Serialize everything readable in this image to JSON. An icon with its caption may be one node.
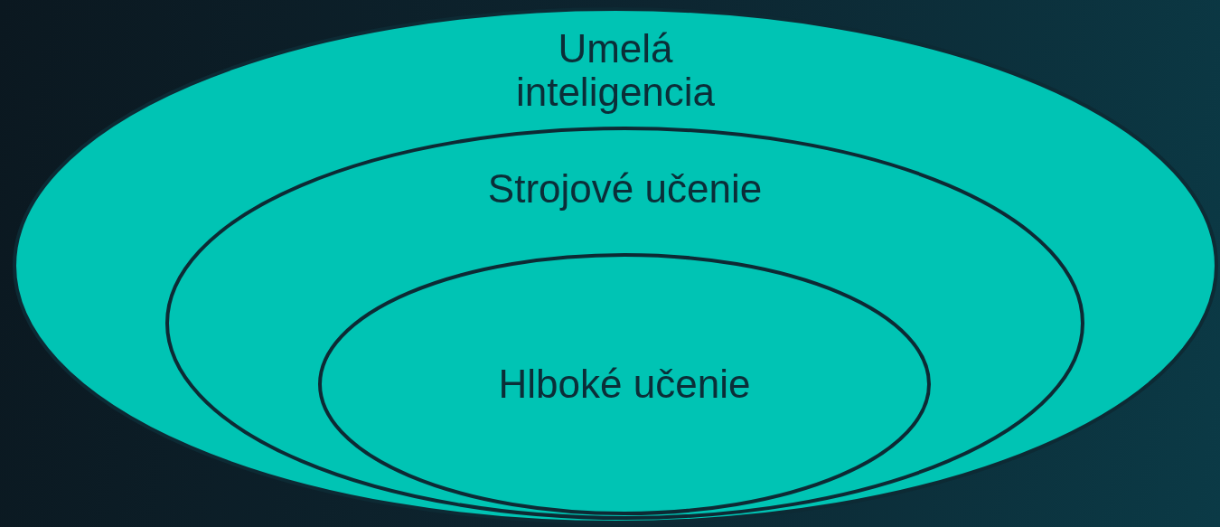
{
  "diagram": {
    "nodes": [
      {
        "text": [
          "Umelá inteligencia"
        ]
      },
      {
        "text": [
          "Strojové učenie"
        ],
        "in": 0
      },
      {
        "text": [
          "Hlboké učenie"
        ],
        "in": 1
      }
    ]
  }
}
